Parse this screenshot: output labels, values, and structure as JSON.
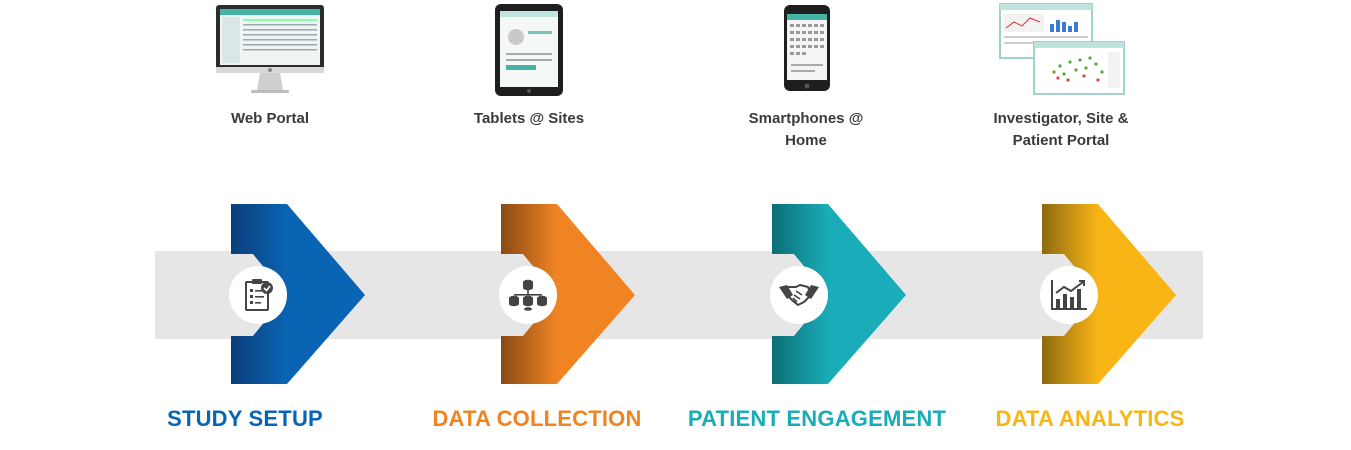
{
  "devices": [
    {
      "label": "Web Portal",
      "icon": "desktop-monitor-icon"
    },
    {
      "label": "Tablets @ Sites",
      "icon": "tablet-icon"
    },
    {
      "label": "Smartphones @\nHome",
      "icon": "smartphone-icon"
    },
    {
      "label": "Investigator, Site &\nPatient Portal",
      "icon": "dashboard-screens-icon"
    }
  ],
  "stages": [
    {
      "label": "STUDY SETUP",
      "color": "#0a64b4",
      "icon": "checklist-icon"
    },
    {
      "label": "DATA COLLECTION",
      "color": "#f08423",
      "icon": "database-icon"
    },
    {
      "label": "PATIENT ENGAGEMENT",
      "color": "#1aacb8",
      "icon": "handshake-icon"
    },
    {
      "label": "DATA ANALYTICS",
      "color": "#f9b516",
      "icon": "analytics-chart-icon"
    }
  ]
}
